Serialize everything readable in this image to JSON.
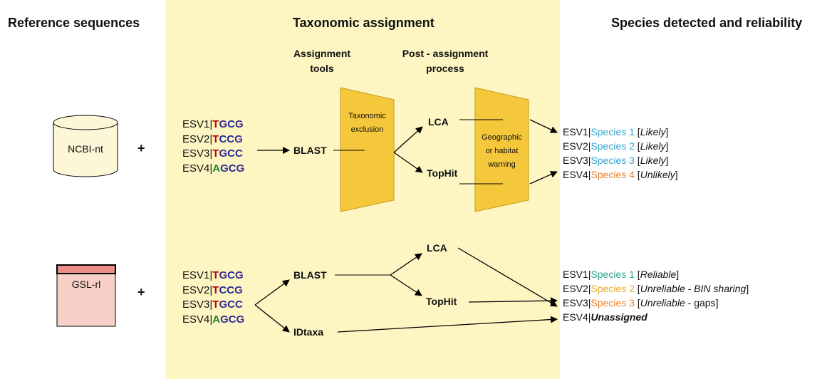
{
  "headers": {
    "reference": "Reference sequences",
    "assignment": "Taxonomic assignment",
    "species": "Species detected and reliability"
  },
  "subheaders": {
    "tools_line1": "Assignment",
    "tools_line2": "tools",
    "post_line1": "Post - assignment",
    "post_line2": "process"
  },
  "databases": {
    "ncbi": "NCBI-nt",
    "gsl": "GSL-rl",
    "plus": "+"
  },
  "sequences": {
    "prefix": [
      "ESV1|",
      "ESV2|",
      "ESV3|",
      "ESV4|"
    ],
    "first": [
      "T",
      "T",
      "T",
      "A"
    ],
    "rest": [
      [
        "G",
        "C",
        "G"
      ],
      [
        "C",
        "C",
        "G"
      ],
      [
        "G",
        "C",
        "C"
      ],
      [
        "G",
        "C",
        "G"
      ]
    ]
  },
  "tools": {
    "blast": "BLAST",
    "lca": "LCA",
    "tophit": "TopHit",
    "idtaxa": "IDtaxa"
  },
  "boxes": {
    "taxonomic_line1": "Taxonomic",
    "taxonomic_line2": "exclusion",
    "geo_line1": "Geographic",
    "geo_line2": "or habitat",
    "geo_line3": "warning"
  },
  "results_top": [
    {
      "id": "ESV1|",
      "species": "Species 1",
      "color": "#33a6cf",
      "note": "Likely"
    },
    {
      "id": "ESV2|",
      "species": "Species 2",
      "color": "#33a6cf",
      "note": "Likely"
    },
    {
      "id": "ESV3|",
      "species": "Species 3",
      "color": "#33a6cf",
      "note": "Likely"
    },
    {
      "id": "ESV4|",
      "species": "Species 4",
      "color": "#e8822e",
      "note": "Unlikely"
    }
  ],
  "results_bottom": {
    "r1": {
      "id": "ESV1|",
      "species": "Species 1",
      "note": "Reliable"
    },
    "r2": {
      "id": "ESV2|",
      "species": "Species 2",
      "note": "Unreliable - BIN sharing"
    },
    "r3": {
      "id": "ESV3|",
      "species": "Species 3",
      "note_italic": "Unreliable",
      "note_plain": " - gaps"
    },
    "r4": {
      "id": "ESV4|",
      "note": "Unassigned"
    }
  },
  "colors": {
    "panel": "#fdf6c3",
    "trapezoid": "#f5c73b",
    "cylinder": "#fdf7d8",
    "gsl_box": "#f9d0c8",
    "gsl_header": "#eb8f86"
  }
}
